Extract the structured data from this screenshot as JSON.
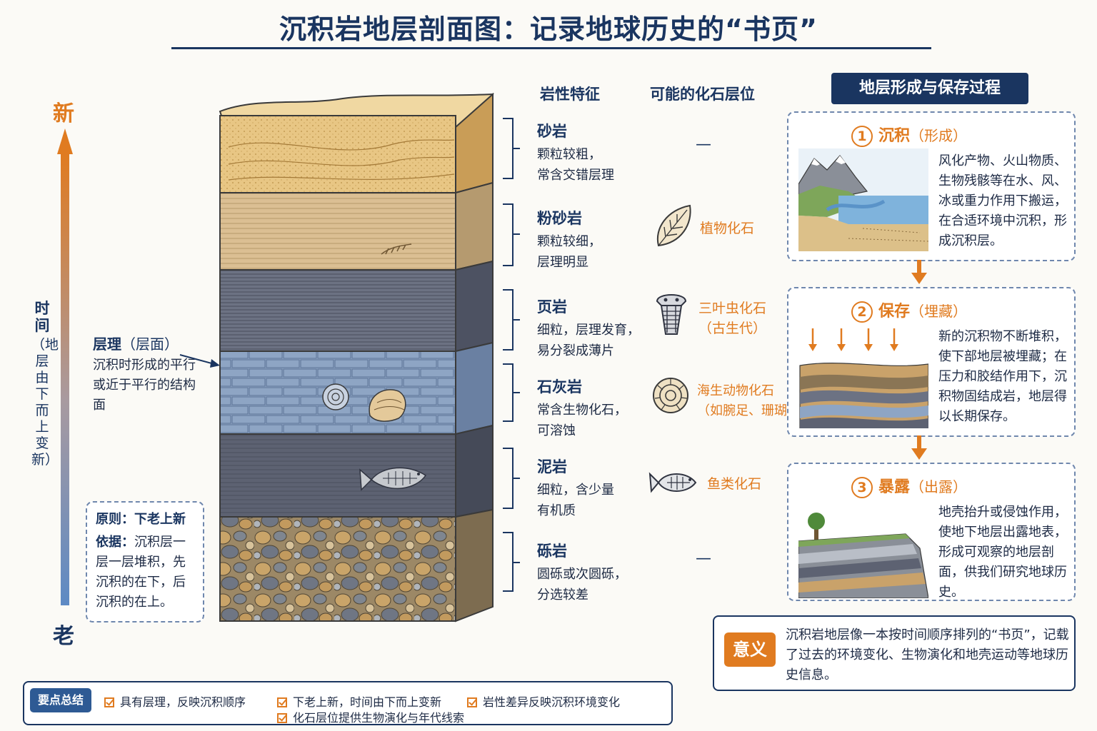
{
  "title": "沉积岩地层剖面图：记录地球历史的“书页”",
  "time_axis": {
    "new": "新",
    "old": "老",
    "label": "时间",
    "note": "（地层由下而上变新）"
  },
  "bedding": {
    "title": "层理",
    "title_note": "（层面）",
    "desc": "沉积时形成的平行或近于平行的结构面"
  },
  "principle": {
    "title": "原则：下老上新",
    "basis_label": "依据：",
    "basis_text": "沉积层一层一层堆积，先沉积的在下，后沉积的在上。"
  },
  "columns": {
    "lithology": "岩性特征",
    "fossil": "可能的化石层位"
  },
  "layers": [
    {
      "name": "砂岩",
      "line1": "颗粒较粗，",
      "line2": "常含交错层理",
      "fossil": "—",
      "fossil_icon": "none"
    },
    {
      "name": "粉砂岩",
      "line1": "颗粒较细，",
      "line2": "层理明显",
      "fossil": "植物化石",
      "fossil_icon": "leaf-fossil-icon"
    },
    {
      "name": "页岩",
      "line1": "细粒，层理发育，",
      "line2": "易分裂成薄片",
      "fossil": "三叶虫化石",
      "fossil_sub": "（古生代）",
      "fossil_icon": "trilobite-icon"
    },
    {
      "name": "石灰岩",
      "line1": "常含生物化石，",
      "line2": "可溶蚀",
      "fossil": "海生动物化石",
      "fossil_sub": "（如腕足、珊瑚）",
      "fossil_icon": "ammonite-icon"
    },
    {
      "name": "泥岩",
      "line1": "细粒，含少量",
      "line2": "有机质",
      "fossil": "鱼类化石",
      "fossil_icon": "fish-fossil-icon"
    },
    {
      "name": "砾岩",
      "line1": "圆砾或次圆砾，",
      "line2": "分选较差",
      "fossil": "—",
      "fossil_icon": "none"
    }
  ],
  "process": {
    "header": "地层形成与保存过程",
    "steps": [
      {
        "num": "1",
        "title": "沉积",
        "sub": "（形成）",
        "text": "风化产物、火山物质、生物残骸等在水、风、冰或重力作用下搬运，在合适环境中沉积，形成沉积层。"
      },
      {
        "num": "2",
        "title": "保存",
        "sub": "（埋藏）",
        "text": "新的沉积物不断堆积，使下部地层被埋藏；在压力和胶结作用下，沉积物固结成岩，地层得以长期保存。"
      },
      {
        "num": "3",
        "title": "暴露",
        "sub": "（出露）",
        "text": "地壳抬升或侵蚀作用，使地下地层出露地表，形成可观察的地层剖面，供我们研究地球历史。"
      }
    ]
  },
  "meaning": {
    "badge": "意义",
    "text": "沉积岩地层像一本按时间顺序排列的“书页”，记载了过去的环境变化、生物演化和地壳运动等地球历史信息。"
  },
  "summary": {
    "badge": "要点总结",
    "items": [
      "具有层理，反映沉积顺序",
      "下老上新，时间由下而上变新",
      "岩性差异反映沉积环境变化",
      "化石层位提供生物演化与年代线索"
    ]
  },
  "colors": {
    "navy": "#1a3560",
    "orange": "#e07b20",
    "sandstone": "#e8c684",
    "siltstone": "#dbbf93",
    "shale": "#6c7283",
    "limestone": "#8ea5c4",
    "mudstone": "#5d6272",
    "conglomerate": "#b89a6e"
  }
}
